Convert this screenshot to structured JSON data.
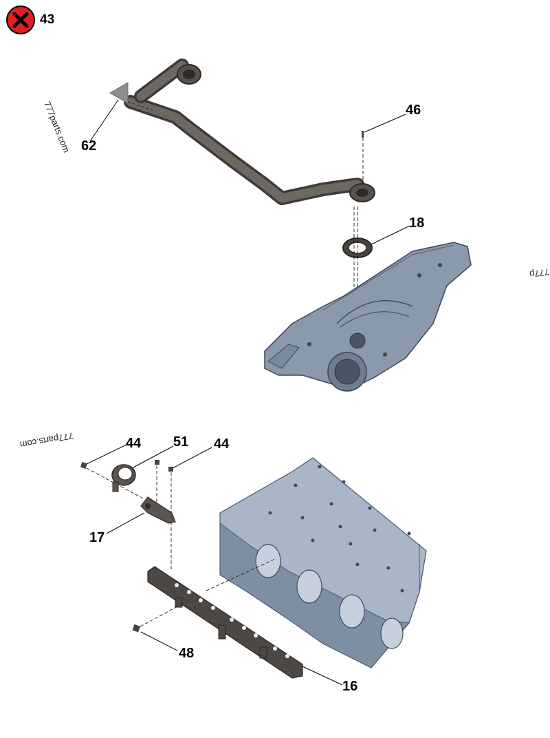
{
  "header": {
    "close_icon": "close-x-icon",
    "page_number": "43"
  },
  "callouts": {
    "c62": "62",
    "c46": "46",
    "c18": "18",
    "c44a": "44",
    "c51": "51",
    "c44b": "44",
    "c17": "17",
    "c48": "48",
    "c16": "16"
  },
  "watermarks": {
    "wm1": "777parts.com",
    "wm2": "777parts.com",
    "wm3": "777p"
  },
  "colors": {
    "close_red": "#e3201f",
    "pipe": "#5b5752",
    "housing": "#8a99ab",
    "block_top": "#a8b6c8",
    "block_side": "#7e8ea3",
    "gasket": "#4b4540"
  }
}
